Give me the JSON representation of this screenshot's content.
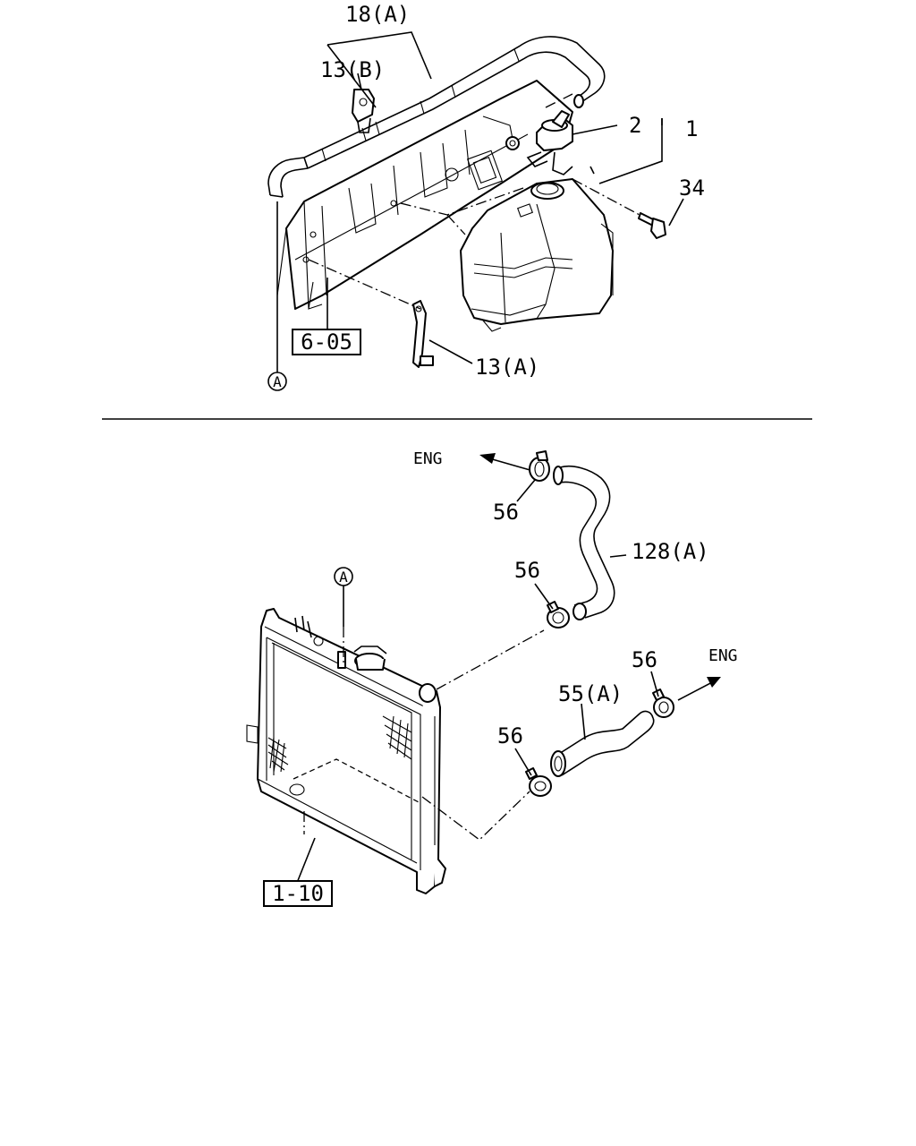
{
  "callouts": {
    "p18a": "18(A)",
    "p13b": "13(B)",
    "p2": "2",
    "p1": "1",
    "p34": "34",
    "p13a": "13(A)",
    "p56_1": "56",
    "p56_2": "56",
    "p56_3": "56",
    "p56_4": "56",
    "p128a": "128(A)",
    "p55a": "55(A)"
  },
  "references": {
    "ref_605": "6-05",
    "ref_110": "1-10"
  },
  "markers": {
    "a_top": "A",
    "a_bottom": "A"
  },
  "directions": {
    "eng_top": "ENG",
    "eng_bottom": "ENG"
  }
}
